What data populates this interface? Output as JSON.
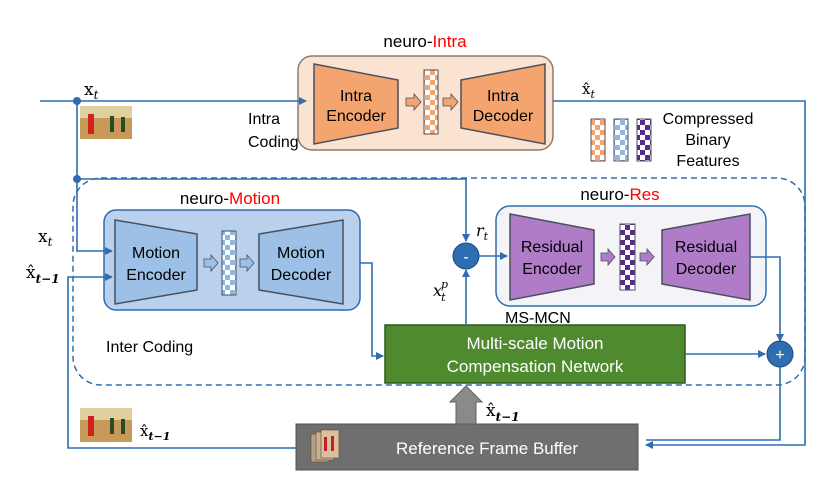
{
  "colors": {
    "line": "#2e6db0",
    "intra_box_fill": "#fbe3d2",
    "intra_box_stroke": "#8a7a70",
    "orange_trap": "#f4a46e",
    "orange_trap_stroke": "#4a5060",
    "motion_box_fill": "#b9d1ec",
    "motion_box_stroke": "#2e6db0",
    "motion_trap": "#9cc0e6",
    "res_box_fill": "#f4f3f8",
    "res_box_stroke": "#2e6db0",
    "purple_trap": "#b07cc8",
    "mcn_fill": "#4f8a2e",
    "mcn_stroke": "#2d5a1a",
    "buffer_fill": "#6f6f6f",
    "op_fill": "#2e6db0",
    "red_accent": "#ff0000"
  },
  "neuro_intra": {
    "title_prefix": "neuro-",
    "title_suffix": "Intra",
    "encoder_line1": "Intra",
    "encoder_line2": "Encoder",
    "decoder_line1": "Intra",
    "decoder_line2": "Decoder"
  },
  "intra_coding": {
    "line1": "Intra",
    "line2": "Coding"
  },
  "compressed": {
    "line1": "Compressed",
    "line2": "Binary",
    "line3": "Features"
  },
  "neuro_motion": {
    "title_prefix": "neuro-",
    "title_suffix": "Motion",
    "encoder_line1": "Motion",
    "encoder_line2": "Encoder",
    "decoder_line1": "Motion",
    "decoder_line2": "Decoder"
  },
  "neuro_res": {
    "title_prefix": "neuro-",
    "title_suffix": "Res",
    "encoder_line1": "Residual",
    "encoder_line2": "Encoder",
    "decoder_line1": "Residual",
    "decoder_line2": "Decoder"
  },
  "inter_coding": "Inter Coding",
  "ms_mcn": "MS-MCN",
  "mcn": {
    "line1": "Multi-scale  Motion",
    "line2": "Compensation Network"
  },
  "buffer": "Reference Frame Buffer",
  "ops": {
    "minus": "-",
    "plus": "+"
  },
  "symbols": {
    "xt_top": {
      "base": "x",
      "sub": "t"
    },
    "xhat_t": {
      "base": "x̂",
      "sub": "t"
    },
    "xt_left": {
      "base": "x",
      "sub": "t"
    },
    "xhat_tm1_left": {
      "base": "x̂",
      "sub": "t−1"
    },
    "xhat_tm1_bottom": {
      "base": "x̂",
      "sub": "t−1"
    },
    "xhat_tm1_mid": {
      "base": "x̂",
      "sub": "t−1"
    },
    "rt": {
      "base": "r",
      "sub": "t"
    },
    "xtp": {
      "base": "x",
      "sub": "t",
      "sup": "p"
    }
  }
}
